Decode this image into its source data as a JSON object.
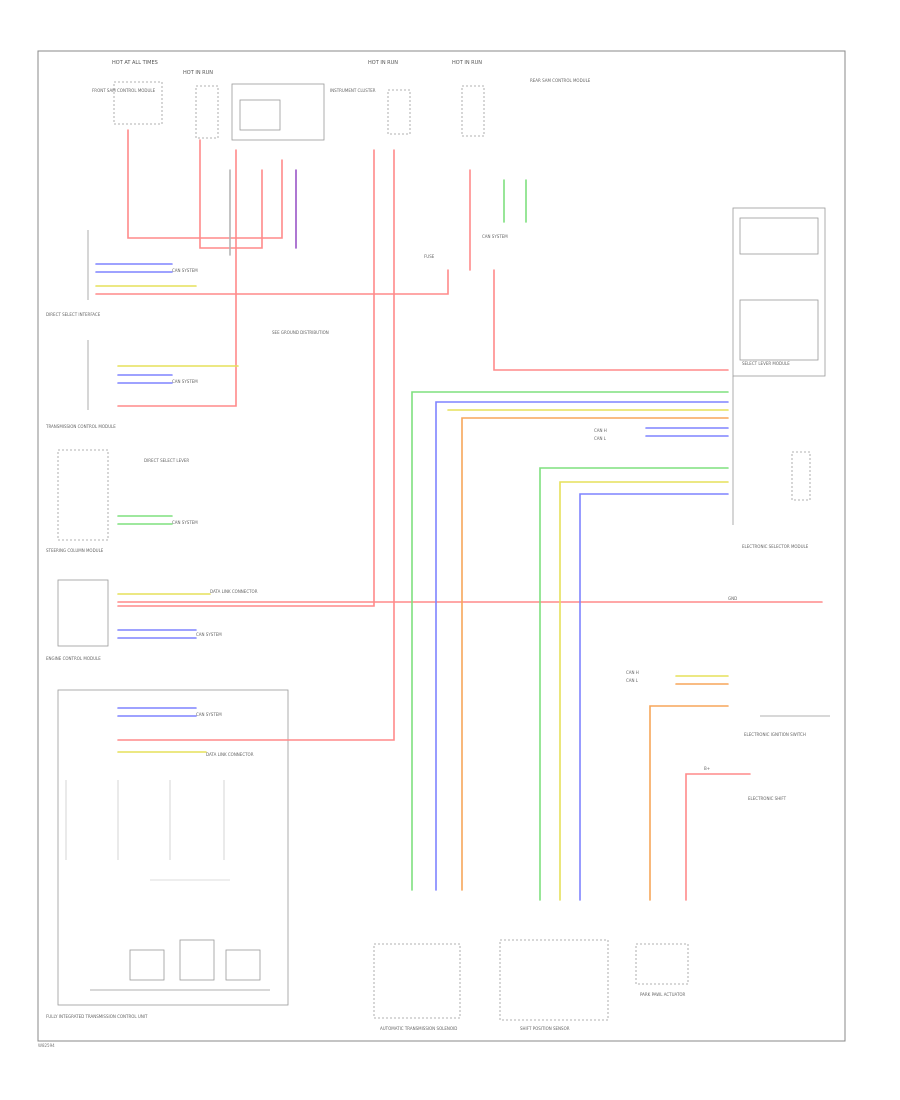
{
  "title": "",
  "page_code": "W82594",
  "colors": {
    "red": "#ff8a8a",
    "pink": "#ff9aa8",
    "green": "#7ee07e",
    "blue": "#7f83ff",
    "yellow": "#e6e05a",
    "orange": "#f7a65a",
    "gray": "#b5b5b5",
    "purple": "#9a55c6",
    "frame": "#888888"
  },
  "components": {
    "hot_left": "HOT AT ALL TIMES",
    "hot_run": "HOT IN RUN",
    "hot_center": "HOT IN RUN",
    "hot_right": "HOT IN RUN",
    "fuse_box_left": "FRONT SAM CONTROL MODULE",
    "instrument_cluster": "INSTRUMENT CLUSTER",
    "fuse_box_right": "REAR SAM CONTROL MODULE",
    "direct_select_interface": "DIRECT SELECT INTERFACE",
    "tcm_module": "TRANSMISSION CONTROL MODULE",
    "direct_select_lever": "DIRECT SELECT LEVER",
    "steering_column_module": "STEERING COLUMN MODULE",
    "engine_control_module": "ENGINE CONTROL MODULE",
    "fully_integrated_tcm": "FULLY INTEGRATED TRANSMISSION CONTROL UNIT",
    "select_lever_module": "SELECT LEVER MODULE",
    "electronic_selector": "ELECTRONIC SELECTOR MODULE",
    "transmission_solenoid": "AUTOMATIC TRANSMISSION SOLENOID",
    "shift_position_sensor": "SHIFT POSITION SENSOR",
    "park_pawl_actuator": "PARK PAWL ACTUATOR",
    "electronic_ignition_switch": "ELECTRONIC IGNITION SWITCH",
    "electronic_shift": "ELECTRONIC SHIFT"
  },
  "wire_labels": {
    "can_high": "CAN H",
    "can_low": "CAN L",
    "ground": "GND",
    "power": "B+",
    "fuse": "FUSE",
    "see_ground": "SEE GROUND DISTRIBUTION",
    "can_system": "CAN SYSTEM",
    "data_link": "DATA LINK CONNECTOR"
  }
}
